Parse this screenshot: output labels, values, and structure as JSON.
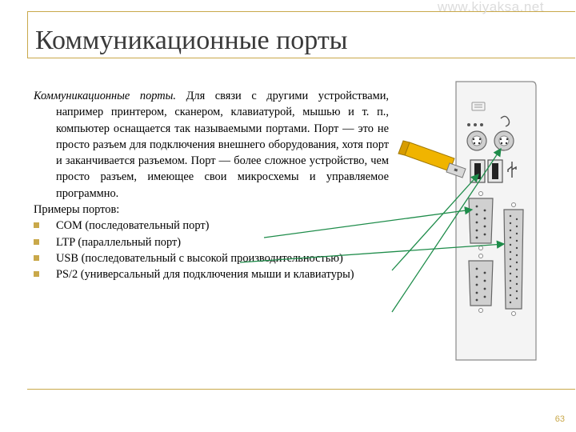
{
  "watermark": "www.kiyaksa.net",
  "title": "Коммуникационные порты",
  "intro": {
    "lead": "Коммуникационные порты.",
    "text": " Для связи с другими устройствами, например принтером, сканером, клавиатурой, мышью и т. п., компьютер оснащается так называемыми портами. Порт — это не просто разъем для подключения внешнего оборудования, хотя порт и заканчивается разъемом. Порт — более сложное устройство, чем просто разъем, имеющее свои микросхемы и управляемое программно."
  },
  "examples_label": "Примеры портов:",
  "ports": [
    {
      "label": "COM (последовательный порт)"
    },
    {
      "label": "LTP (параллельный порт)"
    },
    {
      "label": "USB (последовательный с высокой производительностью)"
    },
    {
      "label": "PS/2 (универсальный для подключения мыши и клавиатуры)"
    }
  ],
  "page_number": "63",
  "colors": {
    "accent": "#c9a84a",
    "arrow": "#1e8c4a",
    "usb_plug": "#f0b400"
  }
}
